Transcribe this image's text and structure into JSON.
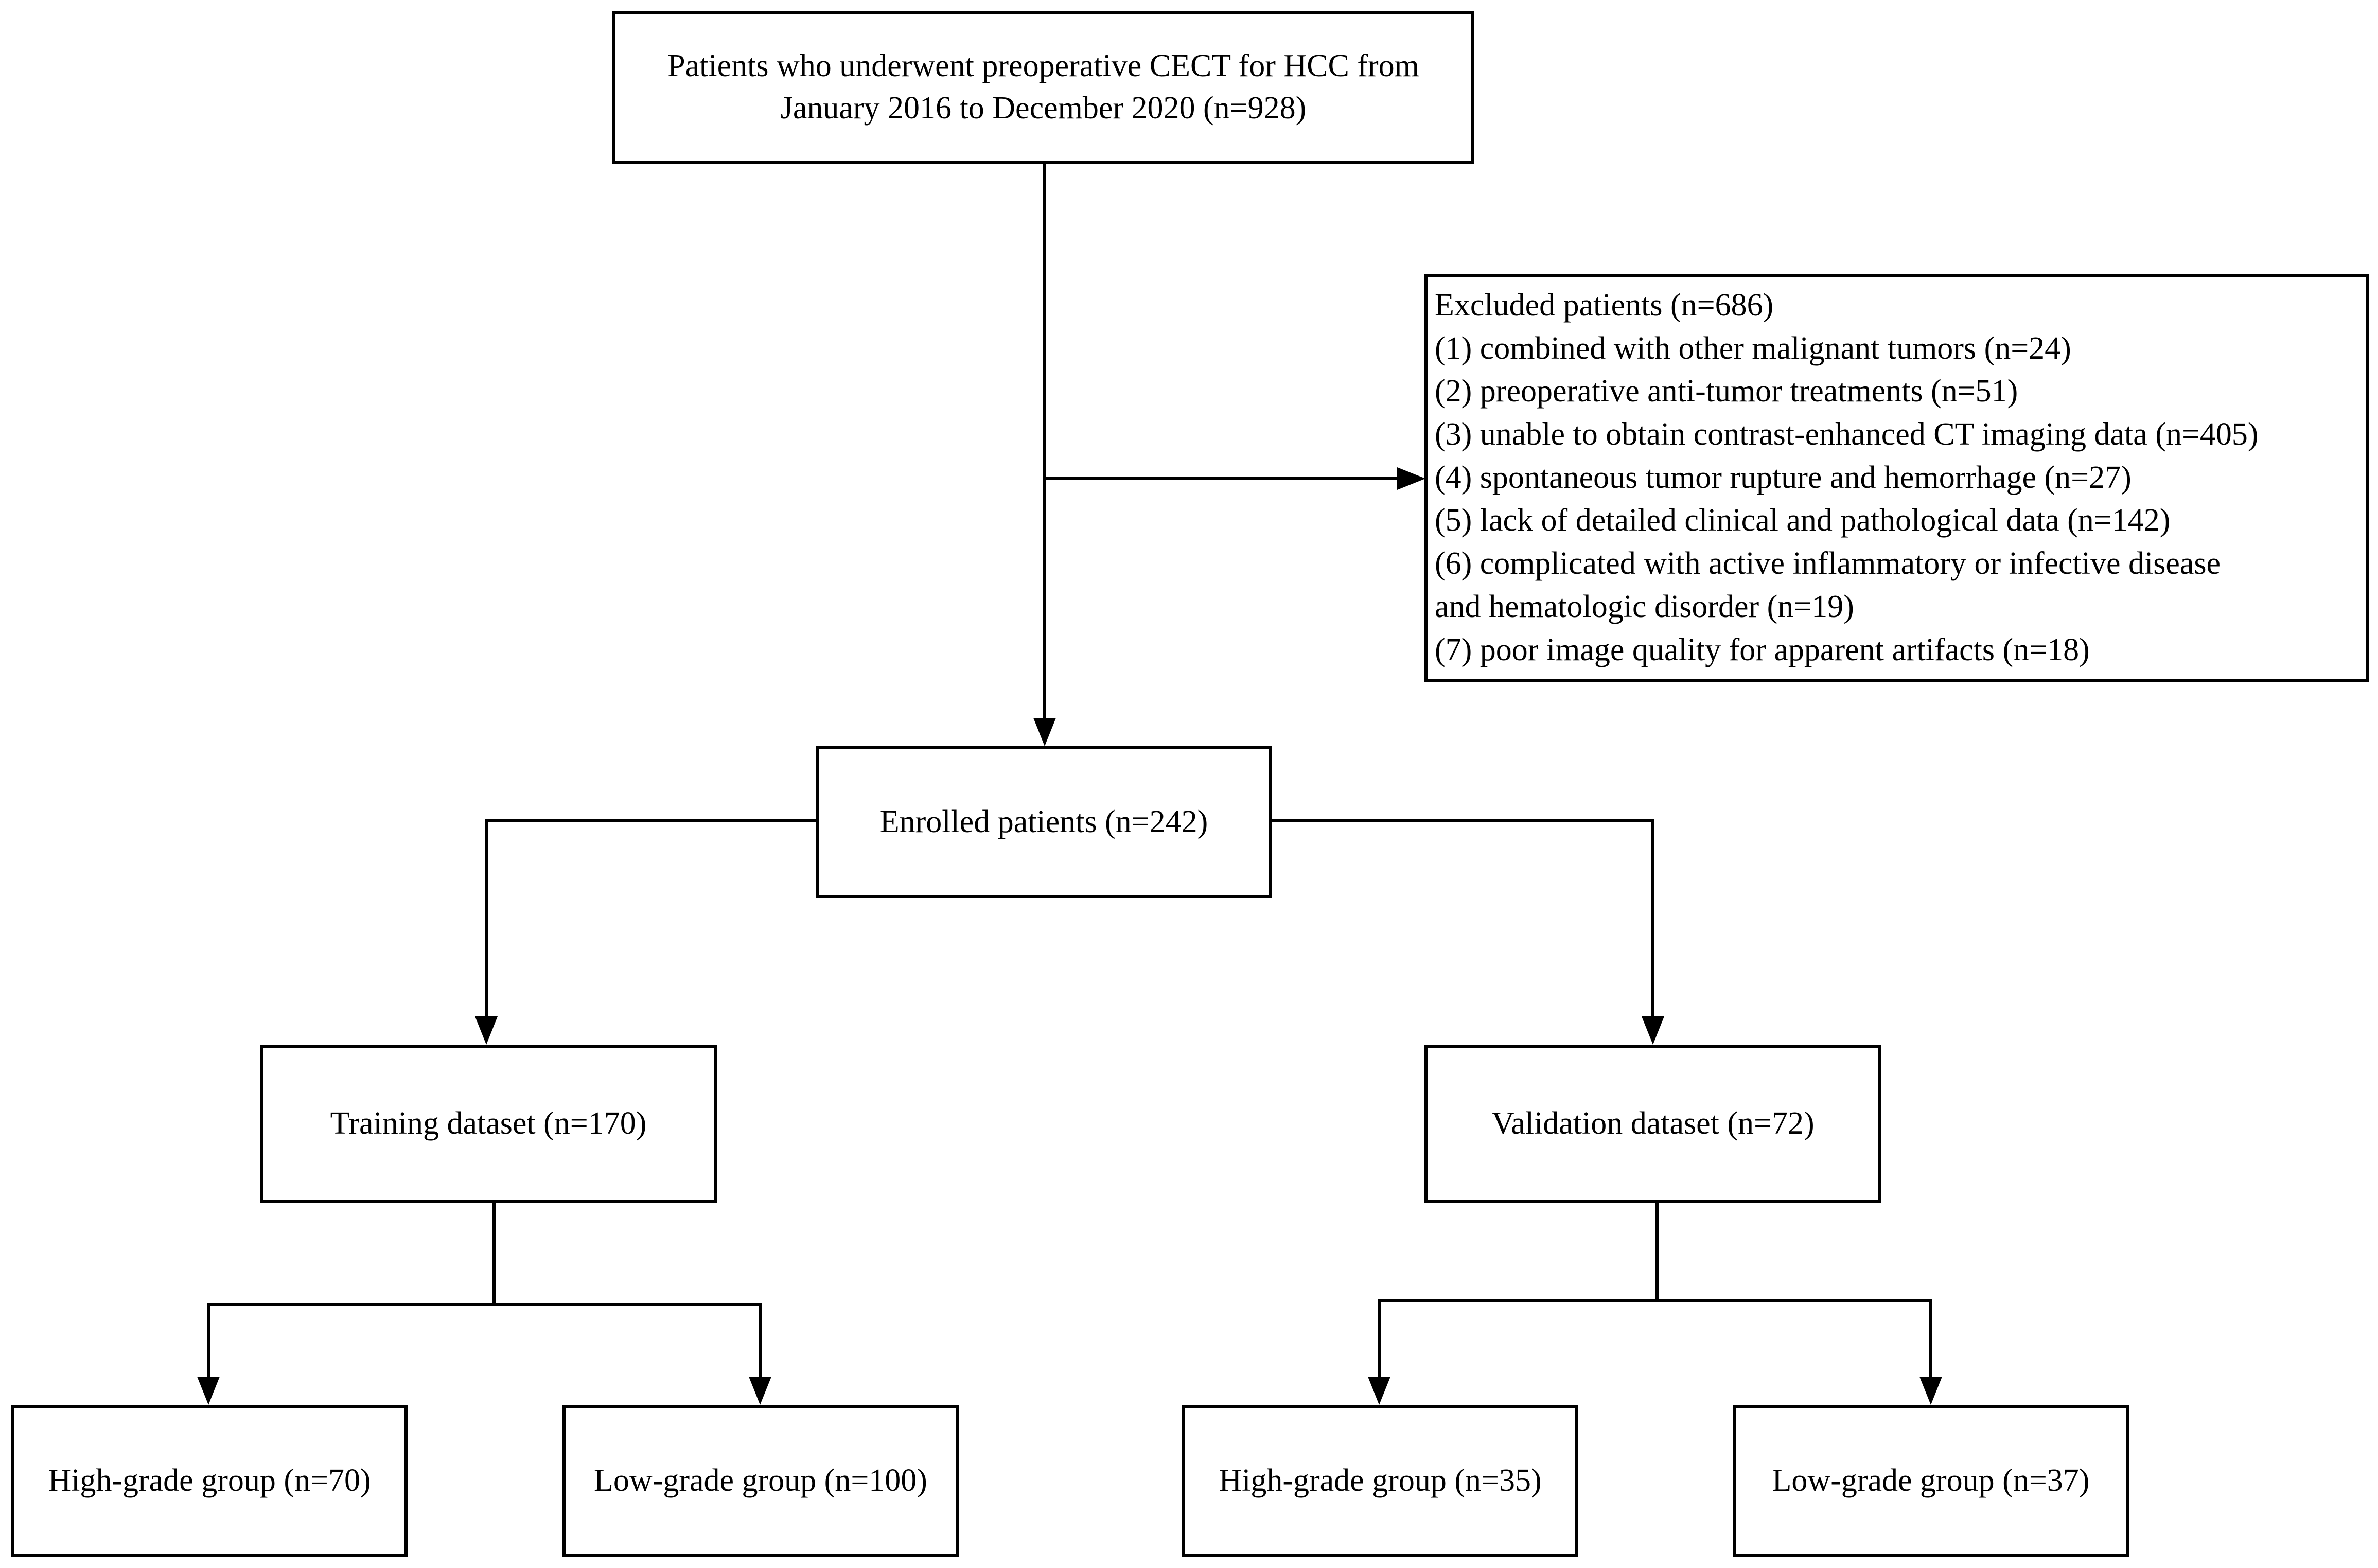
{
  "flowchart": {
    "source": {
      "lines": [
        "Patients who underwent preoperative CECT for HCC from",
        "January 2016 to December 2020 (n=928)"
      ]
    },
    "excluded": {
      "lines": [
        "Excluded patients (n=686)",
        "(1) combined with other malignant tumors (n=24)",
        "(2) preoperative anti-tumor treatments (n=51)",
        "(3) unable to obtain contrast-enhanced CT imaging data (n=405)",
        "(4) spontaneous tumor rupture and hemorrhage (n=27)",
        "(5) lack of detailed clinical and pathological data (n=142)",
        "(6) complicated with active inflammatory or infective disease",
        "and hematologic disorder (n=19)",
        "(7) poor image quality for apparent artifacts (n=18)"
      ]
    },
    "enrolled": {
      "label": "Enrolled patients (n=242)"
    },
    "training": {
      "label": "Training dataset (n=170)"
    },
    "validation": {
      "label": "Validation dataset (n=72)"
    },
    "training_high": {
      "label": "High-grade group (n=70)"
    },
    "training_low": {
      "label": "Low-grade group (n=100)"
    },
    "validation_high": {
      "label": "High-grade group (n=35)"
    },
    "validation_low": {
      "label": "Low-grade group (n=37)"
    }
  }
}
